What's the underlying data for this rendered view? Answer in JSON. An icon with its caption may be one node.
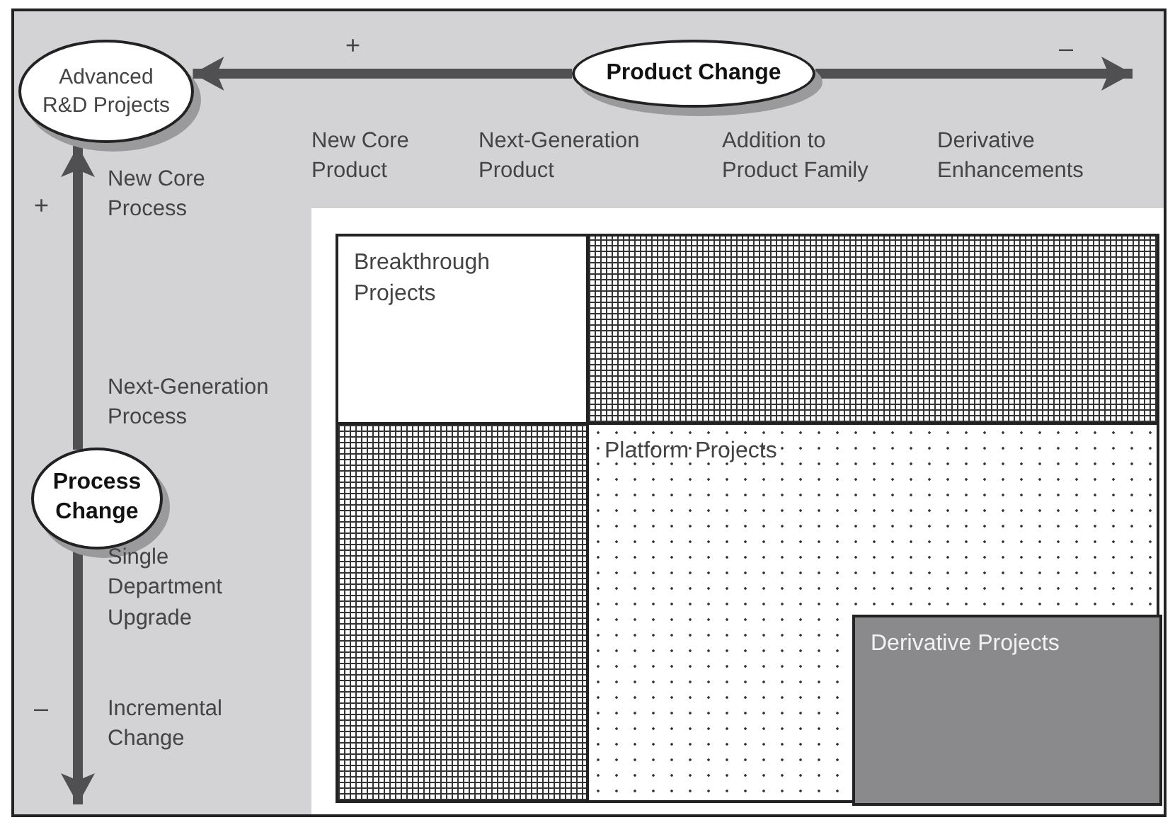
{
  "diagram": {
    "nodes": [
      {
        "text": [
          "Advanced R&D Projects"
        ]
      },
      {
        "text": [
          "Product Change"
        ]
      },
      {
        "text": [
          "Process Change"
        ]
      },
      {
        "text": [
          "Breakthrough Projects"
        ]
      },
      {
        "text": [],
        "shape": "box"
      },
      {
        "text": [],
        "shape": "box"
      },
      {
        "text": [
          "Platform Projects"
        ]
      },
      {
        "text": [
          "Derivative Projects"
        ],
        "in": 6
      }
    ],
    "edges": [
      {
        "from": 1,
        "to": 0,
        "arrow": "to"
      },
      {
        "from": 1,
        "to": null,
        "arrow": "to"
      },
      {
        "from": 2,
        "to": 0,
        "arrow": "to"
      },
      {
        "from": 2,
        "to": null,
        "arrow": "to"
      }
    ],
    "labels": [
      "+",
      "–",
      "New Core Product",
      "Next-Generation Product",
      "Addition to Product Family",
      "Derivative Enhancements",
      "+",
      "New Core Process",
      "Next-Generation Process",
      "Single Department Upgrade",
      "–",
      "Incremental Change"
    ]
  }
}
